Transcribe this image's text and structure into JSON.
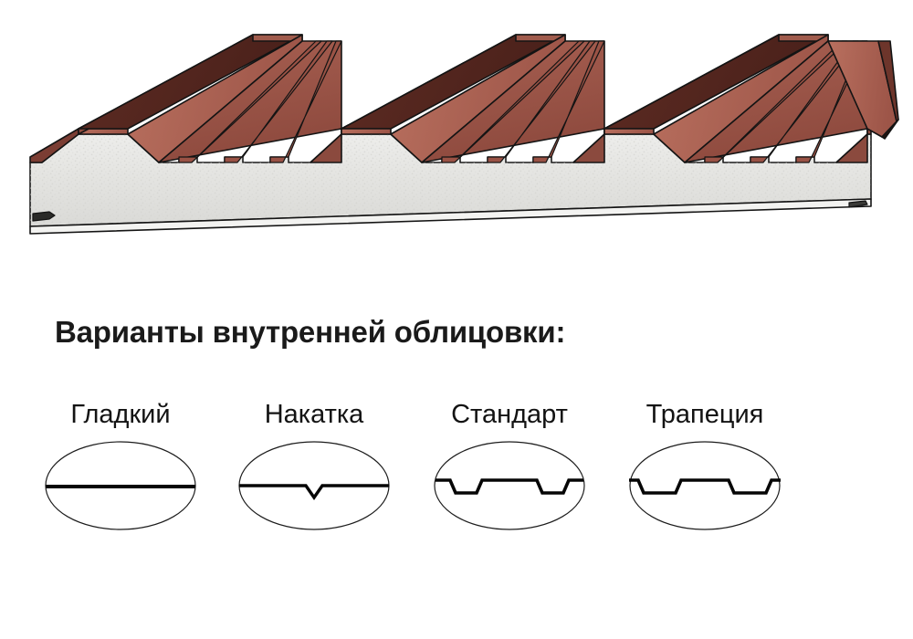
{
  "illustration": {
    "name": "trapezoidal-sandwich-panel",
    "description": "Сэндвич-панель кровельная с трапециевидным профилем",
    "colors": {
      "metal_light": "#ab6353",
      "metal_mid": "#9c5548",
      "metal_face": "#8d4d40",
      "metal_shadow": "#5c2a22",
      "metal_dark": "#4a211b",
      "metal_highlight": "#b97263",
      "foam_core": "#e7e7e5",
      "foam_shadow": "#d6d6d3",
      "outline": "#141414"
    },
    "rib_count": 4
  },
  "heading": {
    "text": "Варианты внутренней облицовки:"
  },
  "facing_options": [
    {
      "id": "gladkiy",
      "label": "Гладкий",
      "profile": "flat"
    },
    {
      "id": "nakatka",
      "label": "Накатка",
      "profile": "v-notch"
    },
    {
      "id": "standart",
      "label": "Стандарт",
      "profile": "two-grooves"
    },
    {
      "id": "trapetsiya",
      "label": "Трапеция",
      "profile": "trapezoid"
    }
  ]
}
